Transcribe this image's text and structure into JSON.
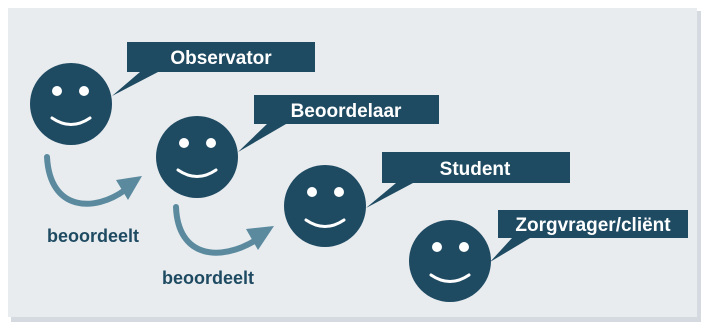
{
  "roles": [
    {
      "label": "Observator"
    },
    {
      "label": "Beoordelaar"
    },
    {
      "label": "Student"
    },
    {
      "label": "Zorgvrager/cliënt"
    }
  ],
  "arrows": [
    {
      "label": "beoordeelt"
    },
    {
      "label": "beoordeelt"
    }
  ],
  "colors": {
    "face": "#1e4a62",
    "arrow": "#5b8a9f",
    "background": "#e8ecef"
  }
}
